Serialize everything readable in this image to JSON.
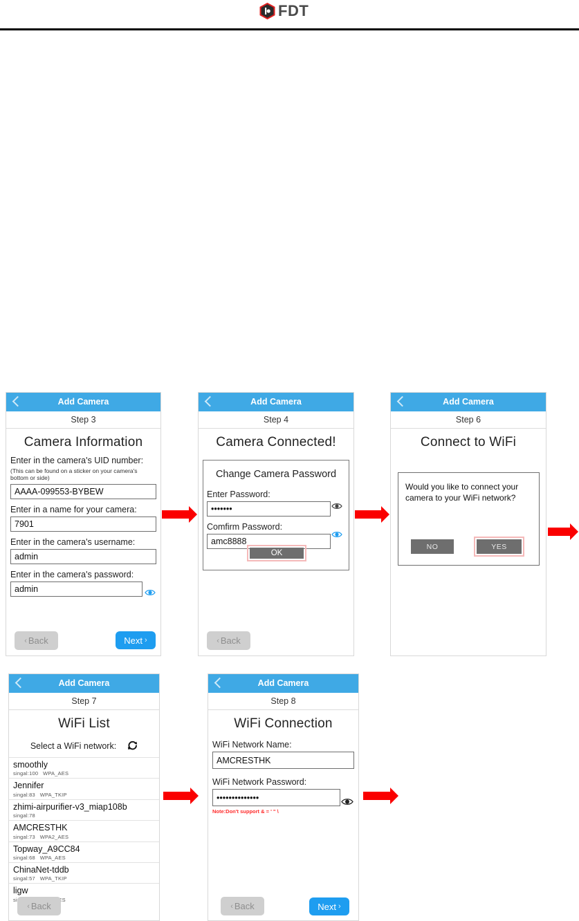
{
  "header": {
    "brand": "FDT",
    "logo_icon": "fdt-hex-logo"
  },
  "screens": {
    "step3": {
      "titlebar": "Add Camera",
      "back_icon": "back-chevron-icon",
      "step": "Step 3",
      "title": "Camera Information",
      "uid_label": "Enter in the camera's UID number:",
      "uid_hint": "(This can be found on a sticker on your camera's bottom or side)",
      "uid_value": "AAAA-099553-BYBEW",
      "name_label": "Enter in a name for your camera:",
      "name_value": "7901",
      "username_label": "Enter in the camera's username:",
      "username_value": "admin",
      "password_label": "Enter in the camera's password:",
      "password_value": "admin",
      "eye_icon": "eye-icon",
      "back_label": "Back",
      "next_label": "Next"
    },
    "step4": {
      "titlebar": "Add Camera",
      "back_icon": "back-chevron-icon",
      "step": "Step 4",
      "title": "Camera Connected!",
      "card_title": "Change Camera Password",
      "enter_label": "Enter Password:",
      "enter_value": "•••••••",
      "confirm_label": "Comfirm Password:",
      "confirm_value": "amc8888",
      "eye_icon": "eye-icon",
      "ok_label": "OK",
      "back_label": "Back"
    },
    "step6": {
      "titlebar": "Add Camera",
      "back_icon": "back-chevron-icon",
      "step": "Step 6",
      "title": "Connect to WiFi",
      "question": "Would you like to connect your camera to your WiFi network?",
      "no_label": "NO",
      "yes_label": "YES"
    },
    "step7": {
      "titlebar": "Add Camera",
      "back_icon": "back-chevron-icon",
      "step": "Step 7",
      "title": "WiFi List",
      "select_label": "Select a WiFi network:",
      "refresh_icon": "refresh-icon",
      "networks": [
        {
          "ssid": "smoothly",
          "signal": "singal:100",
          "security": "WPA_AES"
        },
        {
          "ssid": "Jennifer",
          "signal": "singal:83",
          "security": "WPA_TKIP"
        },
        {
          "ssid": "zhimi-airpurifier-v3_miap108b",
          "signal": "singal:78",
          "security": ""
        },
        {
          "ssid": "AMCRESTHK",
          "signal": "singal:73",
          "security": "WPA2_AES"
        },
        {
          "ssid": "Topway_A9CC84",
          "signal": "singal:68",
          "security": "WPA_AES"
        },
        {
          "ssid": "ChinaNet-tddb",
          "signal": "singal:57",
          "security": "WPA_TKIP"
        },
        {
          "ssid": "ligw",
          "signal": "singal:42",
          "security": "WPA_AES"
        }
      ],
      "back_label": "Back"
    },
    "step8": {
      "titlebar": "Add Camera",
      "back_icon": "back-chevron-icon",
      "step": "Step 8",
      "title": "WiFi Connection",
      "ssid_label": "WiFi Network Name:",
      "ssid_value": "AMCRESTHK",
      "pwd_label": "WiFi Network Password:",
      "pwd_value": "••••••••••••••",
      "eye_icon": "eye-icon",
      "note": "Note:Don't support & = ' \" \\",
      "back_label": "Back",
      "next_label": "Next"
    }
  },
  "colors": {
    "accent_blue": "#3fa9e5",
    "next_blue": "#1e9df0",
    "arrow_red": "#fa0000",
    "highlight_pink": "#f5b9b9",
    "gray_button": "#6e6e6e",
    "note_red": "#ff2a2a"
  },
  "flow_arrows": [
    {
      "name": "arrow-step3-to-step4"
    },
    {
      "name": "arrow-step4-to-step6"
    },
    {
      "name": "arrow-step6-to-next"
    },
    {
      "name": "arrow-step7-to-step8"
    },
    {
      "name": "arrow-step8-to-next"
    }
  ]
}
